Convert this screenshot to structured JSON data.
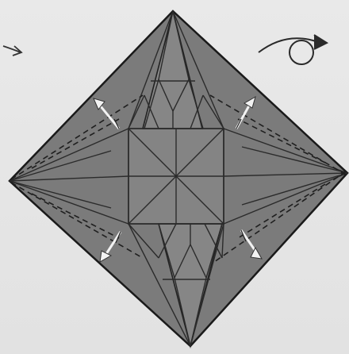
{
  "diagram": {
    "kind": "origami fold diagram",
    "labels": [],
    "colors": {
      "paper": "#7b7b7b",
      "paper_light": "#8a8a8a",
      "crease": "#2b2b2b",
      "valley_fold": "#1f1f1f",
      "arrow": "#f2f2f2",
      "background": "#e6e6e6"
    },
    "symbols": [
      "flip-over-arrow",
      "small-arrow-left",
      "push-arrow-top-left",
      "push-arrow-top-right",
      "push-arrow-bottom-left",
      "push-arrow-bottom-right"
    ]
  }
}
